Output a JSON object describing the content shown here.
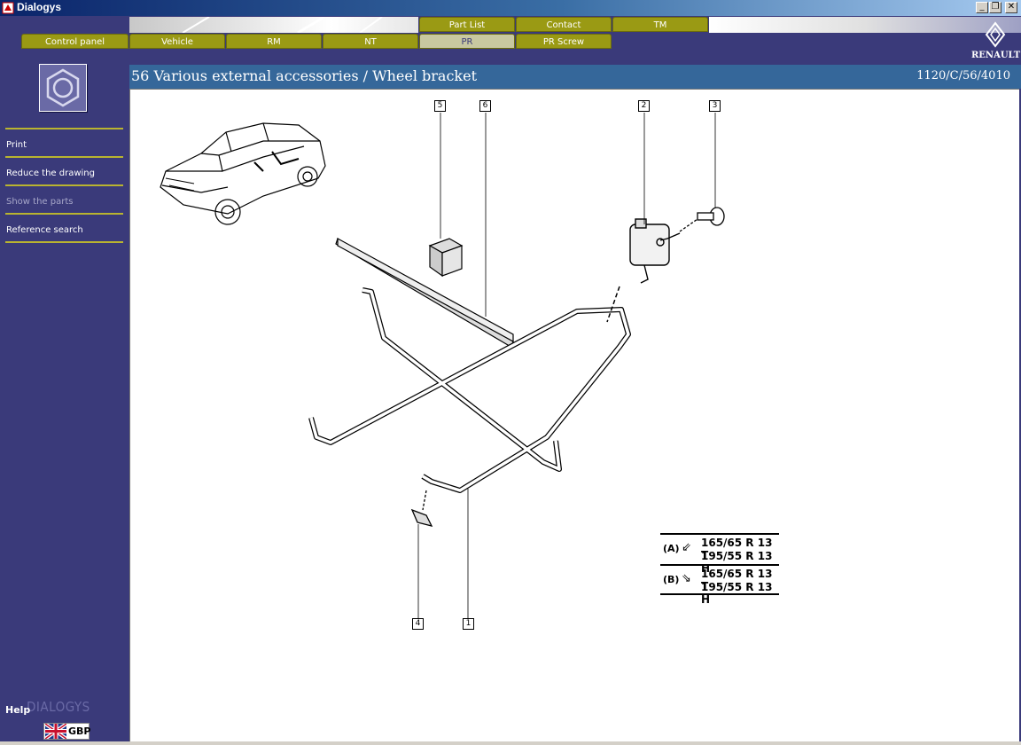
{
  "window": {
    "title": "Dialogys"
  },
  "nav": {
    "top_row": [
      "Part List",
      "Contact",
      "TM"
    ],
    "bottom_row": [
      "Control panel",
      "Vehicle",
      "RM",
      "NT",
      "PR",
      "PR Screw"
    ],
    "active": "PR"
  },
  "brand": {
    "logo_text": "RENAULT",
    "app_name": "DIALOGYS"
  },
  "sidebar": {
    "icon": "nut-icon",
    "items": [
      {
        "label": "Print",
        "enabled": true
      },
      {
        "label": "Reduce the drawing",
        "enabled": true
      },
      {
        "label": "Show the parts",
        "enabled": false
      },
      {
        "label": "Reference search",
        "enabled": true
      }
    ],
    "help_label": "Help",
    "language": "GBP"
  },
  "page": {
    "title": "56 Various external accessories / Wheel bracket",
    "reference": "1120/C/56/4010"
  },
  "drawing": {
    "callouts": [
      "5",
      "6",
      "2",
      "3",
      "4",
      "1"
    ],
    "tyre_table": [
      {
        "label": "(A)",
        "arrow": "⇙",
        "sizes": [
          "165/65 R 13 T",
          "195/55 R 13 H"
        ]
      },
      {
        "label": "(B)",
        "arrow": "⇘",
        "sizes": [
          "165/65 R 13 T",
          "195/55 R 13 H"
        ]
      }
    ]
  },
  "colors": {
    "sidebar": "#3a3a7a",
    "tab": "#9a9a14",
    "header": "#35679a",
    "rule": "#b9b430"
  }
}
